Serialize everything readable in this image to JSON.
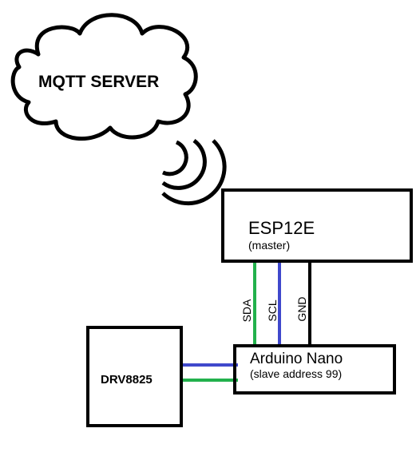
{
  "cloud": {
    "label": "MQTT SERVER"
  },
  "master": {
    "name": "ESP12E",
    "role": "(master)"
  },
  "slave": {
    "name": "Arduino Nano",
    "detail": "(slave address 99)"
  },
  "driver": {
    "name": "DRV8825"
  },
  "signals": {
    "sda": "SDA",
    "scl": "SCL",
    "gnd": "GND"
  },
  "colors": {
    "sda_wire": "#22b14c",
    "scl_wire": "#3f48cc",
    "gnd_wire": "#000000",
    "outline": "#000000"
  },
  "icons": {
    "wireless": "wireless-signal-icon",
    "cloud": "cloud-shape"
  }
}
